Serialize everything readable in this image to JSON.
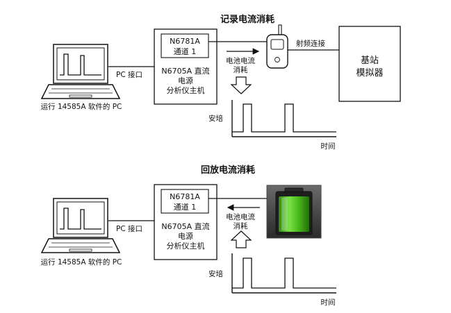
{
  "top": {
    "title": "记录电流消耗",
    "laptop_caption": "运行 14585A 软件的 PC",
    "pc_interface": "PC 接口",
    "module_model": "N6781A",
    "module_channel": "通道 1",
    "analyzer_line1": "N6705A 直流",
    "analyzer_line2": "电源",
    "analyzer_line3": "分析仪主机",
    "current_line1": "电池电流",
    "current_line2": "消耗",
    "rf_link": "射频连接",
    "base_line1": "基站",
    "base_line2": "模拟器",
    "y_label": "安培",
    "x_label": "时间"
  },
  "bottom": {
    "title": "回放电流消耗",
    "laptop_caption": "运行 14585A 软件的 PC",
    "pc_interface": "PC 接口",
    "module_model": "N6781A",
    "module_channel": "通道 1",
    "analyzer_line1": "N6705A 直流",
    "analyzer_line2": "电源",
    "analyzer_line3": "分析仪主机",
    "current_line1": "电池电流",
    "current_line2": "消耗",
    "y_label": "安培",
    "x_label": "时间"
  },
  "colors": {
    "line": "#111111",
    "battery_green": "#4fc21c",
    "battery_frame": "#3a3a3a"
  },
  "icons": {
    "laptop": "laptop-icon",
    "phone": "cell-phone-icon",
    "battery": "battery-icon",
    "arrow_down": "hollow-down-arrow-icon",
    "arrow_up": "hollow-up-arrow-icon"
  }
}
